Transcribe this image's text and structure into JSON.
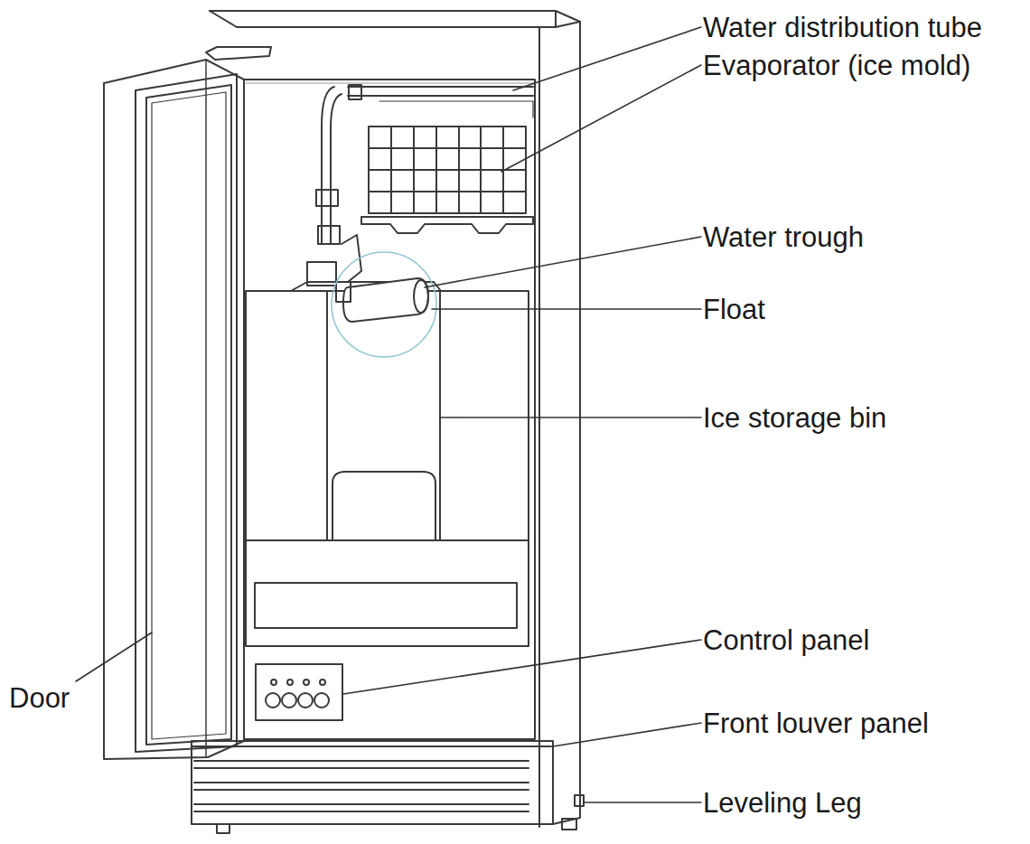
{
  "diagram": {
    "labels": [
      "Water distribution tube",
      "Evaporator (ice mold)",
      "Water trough",
      "Float",
      "Ice storage bin",
      "Control panel",
      "Front louver panel",
      "Leveling Leg",
      "Door"
    ]
  }
}
